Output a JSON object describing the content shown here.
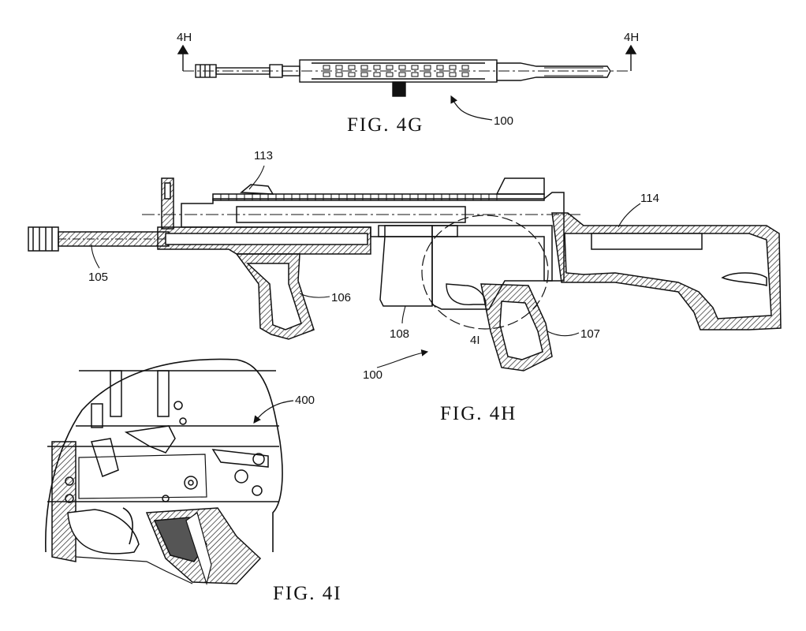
{
  "figures": {
    "fig_4g": "FIG. 4G",
    "fig_4h": "FIG. 4H",
    "fig_4i": "FIG. 4I"
  },
  "section_markers": {
    "left": "4H",
    "right": "4H",
    "detail_circle": "4I"
  },
  "reference_numerals": {
    "n100_top": "100",
    "n113": "113",
    "n114": "114",
    "n105": "105",
    "n106": "106",
    "n108": "108",
    "n107": "107",
    "n100_mid": "100",
    "n400": "400"
  },
  "colors": {
    "ink": "#111111",
    "paper": "#ffffff",
    "hatch_fill": "#555555"
  }
}
